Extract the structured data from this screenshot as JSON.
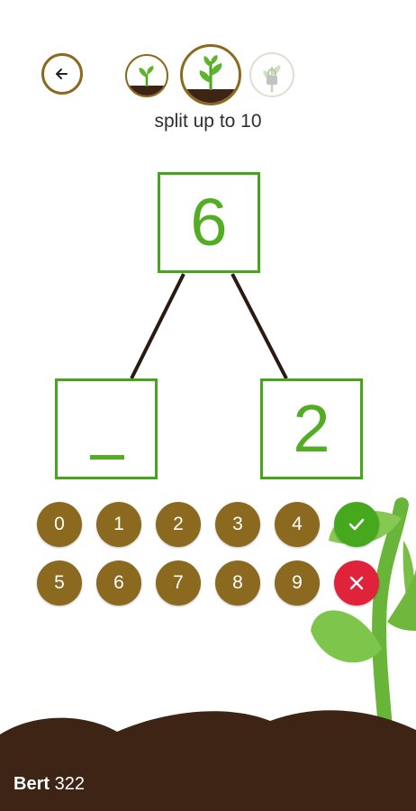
{
  "header": {
    "back_icon": "arrow-left-icon",
    "level_icons": [
      "sprout-small-icon",
      "sprout-medium-icon",
      "sprout-locked-icon"
    ],
    "level_title": "split up to 10"
  },
  "puzzle": {
    "total": "6",
    "left_part": "",
    "right_part": "2"
  },
  "keypad": {
    "digits": [
      "0",
      "1",
      "2",
      "3",
      "4",
      "5",
      "6",
      "7",
      "8",
      "9"
    ],
    "ok_icon": "checkmark-icon",
    "clear_icon": "close-icon"
  },
  "footer": {
    "user_name": "Bert",
    "score": "322"
  },
  "colors": {
    "brown": "#8b6a1f",
    "green": "#46a619",
    "soil": "#3d2415",
    "plant": "#75c043",
    "red": "#e0223a"
  }
}
